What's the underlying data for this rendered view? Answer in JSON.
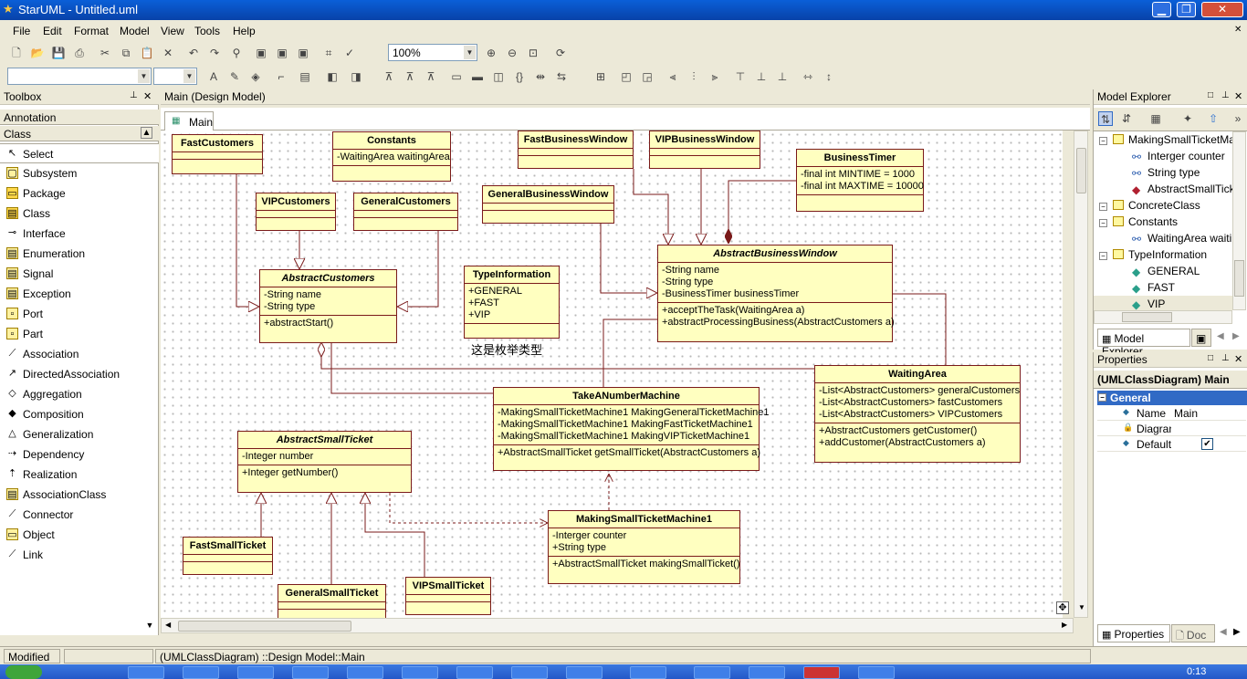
{
  "window": {
    "title": "StarUML - Untitled.uml",
    "min": "▁",
    "max": "❐",
    "close": "✕"
  },
  "menu": [
    "File",
    "Edit",
    "Format",
    "Model",
    "View",
    "Tools",
    "Help"
  ],
  "toolbar": {
    "zoom": "100%"
  },
  "toolbox": {
    "title": "Toolbox",
    "sections": [
      "Annotation",
      "Class"
    ],
    "items": [
      "Select",
      "Subsystem",
      "Package",
      "Class",
      "Interface",
      "Enumeration",
      "Signal",
      "Exception",
      "Port",
      "Part",
      "Association",
      "DirectedAssociation",
      "Aggregation",
      "Composition",
      "Generalization",
      "Dependency",
      "Realization",
      "AssociationClass",
      "Connector",
      "Object",
      "Link"
    ]
  },
  "diagram": {
    "header": "Main (Design Model)",
    "tab": "Main",
    "note": "这是枚举类型",
    "classes": {
      "fastCustomers": {
        "name": "FastCustomers"
      },
      "constants": {
        "name": "Constants",
        "attrs": [
          "-WaitingArea waitingArea"
        ]
      },
      "vipCustomers": {
        "name": "VIPCustomers"
      },
      "generalCustomers": {
        "name": "GeneralCustomers"
      },
      "abstractCustomers": {
        "name": "AbstractCustomers",
        "attrs": [
          "-String name",
          "-String type"
        ],
        "ops": [
          "+abstractStart()"
        ]
      },
      "typeInformation": {
        "name": "TypeInformation",
        "attrs": [
          "+GENERAL",
          "+FAST",
          "+VIP"
        ]
      },
      "fastBusinessWindow": {
        "name": "FastBusinessWindow"
      },
      "vipBusinessWindow": {
        "name": "VIPBusinessWindow"
      },
      "businessTimer": {
        "name": "BusinessTimer",
        "attrs": [
          "-final int MINTIME = 1000",
          "-final int MAXTIME = 10000"
        ]
      },
      "generalBusinessWindow": {
        "name": "GeneralBusinessWindow"
      },
      "abstractBusinessWindow": {
        "name": "AbstractBusinessWindow",
        "attrs": [
          "-String name",
          "-String type",
          "-BusinessTimer businessTimer"
        ],
        "ops": [
          "+acceptTheTask(WaitingArea a)",
          "+abstractProcessingBusiness(AbstractCustomers a)"
        ]
      },
      "waitingArea": {
        "name": "WaitingArea",
        "attrs": [
          "-List<AbstractCustomers> generalCustomers",
          "-List<AbstractCustomers> fastCustomers",
          "-List<AbstractCustomers> VIPCustomers"
        ],
        "ops": [
          "+AbstractCustomers getCustomer()",
          "+addCustomer(AbstractCustomers a)"
        ]
      },
      "takeANumberMachine": {
        "name": "TakeANumberMachine",
        "attrs": [
          "-MakingSmallTicketMachine1 MakingGeneralTicketMachine1",
          "-MakingSmallTicketMachine1 MakingFastTicketMachine1",
          "-MakingSmallTicketMachine1 MakingVIPTicketMachine1"
        ],
        "ops": [
          "+AbstractSmallTicket getSmallTicket(AbstractCustomers a)"
        ]
      },
      "abstractSmallTicket": {
        "name": "AbstractSmallTicket",
        "attrs": [
          "-Integer number"
        ],
        "ops": [
          "+Integer getNumber()"
        ]
      },
      "makingSmallTicketMachine1": {
        "name": "MakingSmallTicketMachine1",
        "attrs": [
          "-Interger counter",
          "+String type"
        ],
        "ops": [
          "+AbstractSmallTicket makingSmallTicket()"
        ]
      },
      "fastSmallTicket": {
        "name": "FastSmallTicket"
      },
      "generalSmallTicket": {
        "name": "GeneralSmallTicket"
      },
      "vipSmallTicket": {
        "name": "VIPSmallTicket"
      }
    }
  },
  "explorer": {
    "title": "Model Explorer",
    "tab": "Model Explorer",
    "items": [
      "MakingSmallTicketMac",
      "Interger counter",
      "String type",
      "AbstractSmallTicke",
      "ConcreteClass",
      "Constants",
      "WaitingArea waitir",
      "TypeInformation",
      "GENERAL",
      "FAST",
      "VIP"
    ]
  },
  "properties": {
    "title": "Properties",
    "header": "(UMLClassDiagram) Main",
    "group": "General",
    "rows": [
      {
        "k": "Name",
        "v": "Main"
      },
      {
        "k": "Diagran",
        "v": ""
      },
      {
        "k": "Default",
        "v": "✔"
      }
    ],
    "tabs": [
      "Properties",
      "Doc"
    ]
  },
  "status": {
    "left": "Modified",
    "path": "(UMLClassDiagram) ::Design Model::Main"
  },
  "clock": "0:13",
  "colors": {
    "class_fill": "#ffffc0",
    "line": "#7a1a1a",
    "selection": "#316ac5"
  }
}
